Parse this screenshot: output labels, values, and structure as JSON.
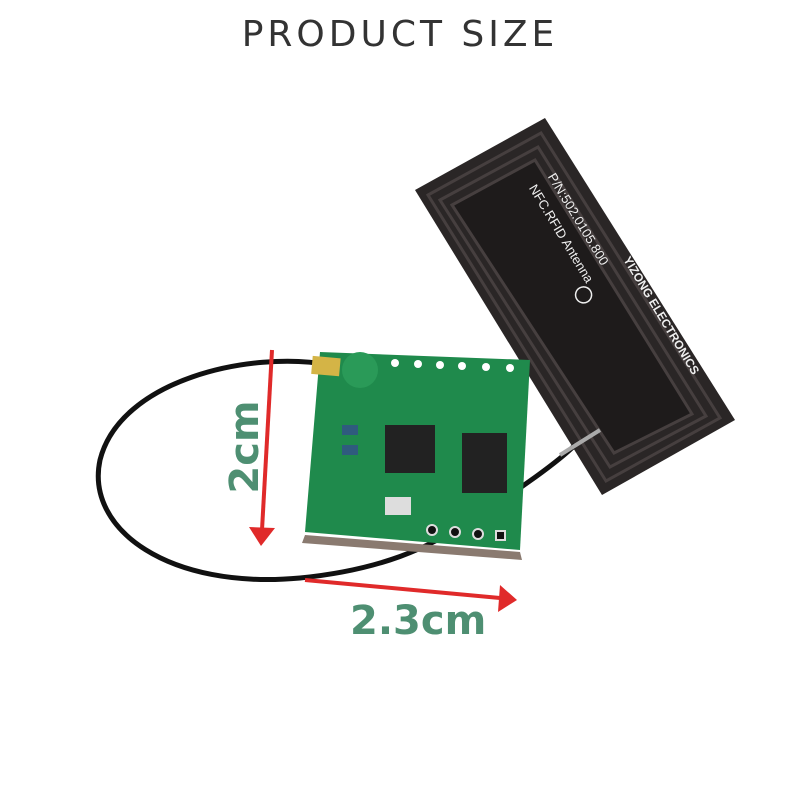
{
  "title": "PRODUCT SIZE",
  "dimensions": {
    "height_label": "2cm",
    "width_label": "2.3cm"
  },
  "antenna_print": {
    "line1": "NFC.RFID Antenna",
    "line2": "P/N:502.0105.800",
    "brand": "YIZONG ELECTRONICS"
  },
  "colors": {
    "arrow": "#e02a2a",
    "dimension_text": "#4e8f72",
    "pcb": "#1f8a4c",
    "antenna": "#2a2626"
  }
}
